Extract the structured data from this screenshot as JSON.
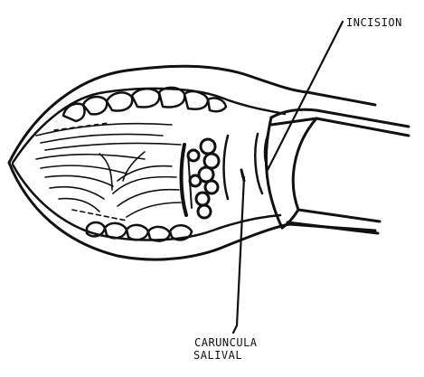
{
  "labels": {
    "incision": "INCISION",
    "caruncula_line1": "CARUNCULA",
    "caruncula_line2": "SALIVAL"
  },
  "colors": {
    "ink": "#111111",
    "background": "#ffffff"
  }
}
